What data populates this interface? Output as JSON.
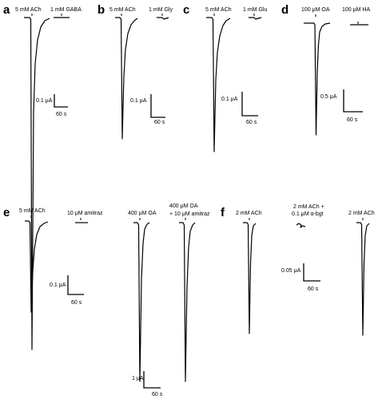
{
  "panels": {
    "a": {
      "letter": "a",
      "labels": [
        "5 mM ACh",
        "1 mM GABA"
      ],
      "scale": {
        "current": "0.1 μA",
        "time": "60 s"
      }
    },
    "b": {
      "letter": "b",
      "labels": [
        "5 mM ACh",
        "1 mM Gly"
      ],
      "scale": {
        "current": "0.1 μA",
        "time": "60 s"
      }
    },
    "c": {
      "letter": "c",
      "labels": [
        "5 mM ACh",
        "1 mM Glu"
      ],
      "scale": {
        "current": "0.1 μA",
        "time": "60 s"
      }
    },
    "d": {
      "letter": "d",
      "labels": [
        "100 μM OA",
        "100 μM HA"
      ],
      "scale": {
        "current": "0.5 μA",
        "time": "60 s"
      }
    },
    "e": {
      "letter": "e",
      "labels": [
        "5 mM ACh",
        "10 μM amitraz",
        "400 μM OA",
        "400 μM OA",
        "+ 10 μM amitraz"
      ],
      "scale_small": {
        "current": "0.1 μA",
        "time": "60 s"
      },
      "scale_large": {
        "current": "1 μA",
        "time": "60 s"
      }
    },
    "f": {
      "letter": "f",
      "labels": [
        "2 mM ACh",
        "2 mM ACh +",
        "0.1 μM α-bgt",
        "2 mM ACh"
      ],
      "scale": {
        "current": "0.05 μA",
        "time": "60 s"
      }
    }
  }
}
